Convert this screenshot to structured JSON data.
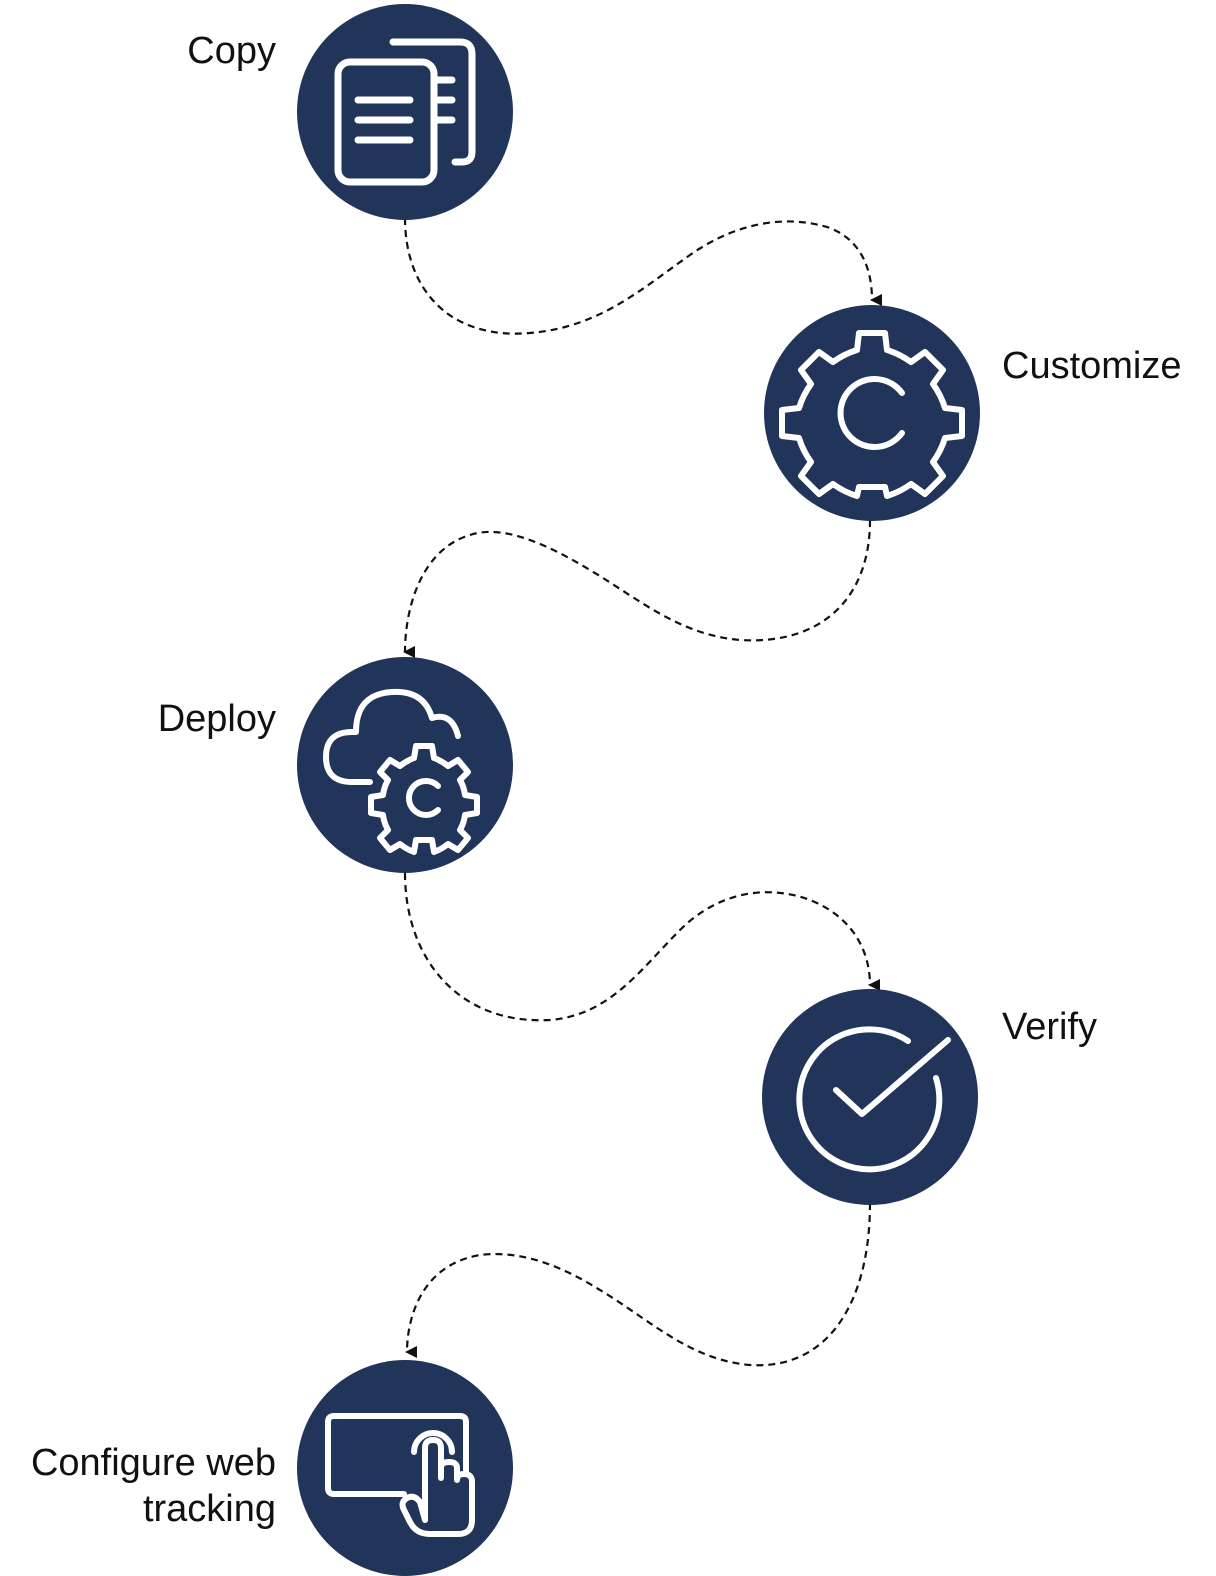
{
  "colors": {
    "node_fill": "#213459",
    "icon_stroke": "#ffffff",
    "connector": "#111111",
    "label": "#111111"
  },
  "steps": [
    {
      "label": "Copy",
      "icon": "copy-documents-icon"
    },
    {
      "label": "Customize",
      "icon": "gear-icon"
    },
    {
      "label": "Deploy",
      "icon": "cloud-gear-icon"
    },
    {
      "label": "Verify",
      "icon": "check-circle-icon"
    },
    {
      "label_lines": [
        "Configure web",
        "tracking"
      ],
      "icon": "touch-screen-icon"
    }
  ],
  "connectors": [
    {
      "from": "Copy",
      "to": "Customize",
      "style": "dashed"
    },
    {
      "from": "Customize",
      "to": "Deploy",
      "style": "dashed"
    },
    {
      "from": "Deploy",
      "to": "Verify",
      "style": "dashed"
    },
    {
      "from": "Verify",
      "to": "Configure web tracking",
      "style": "dashed"
    }
  ]
}
